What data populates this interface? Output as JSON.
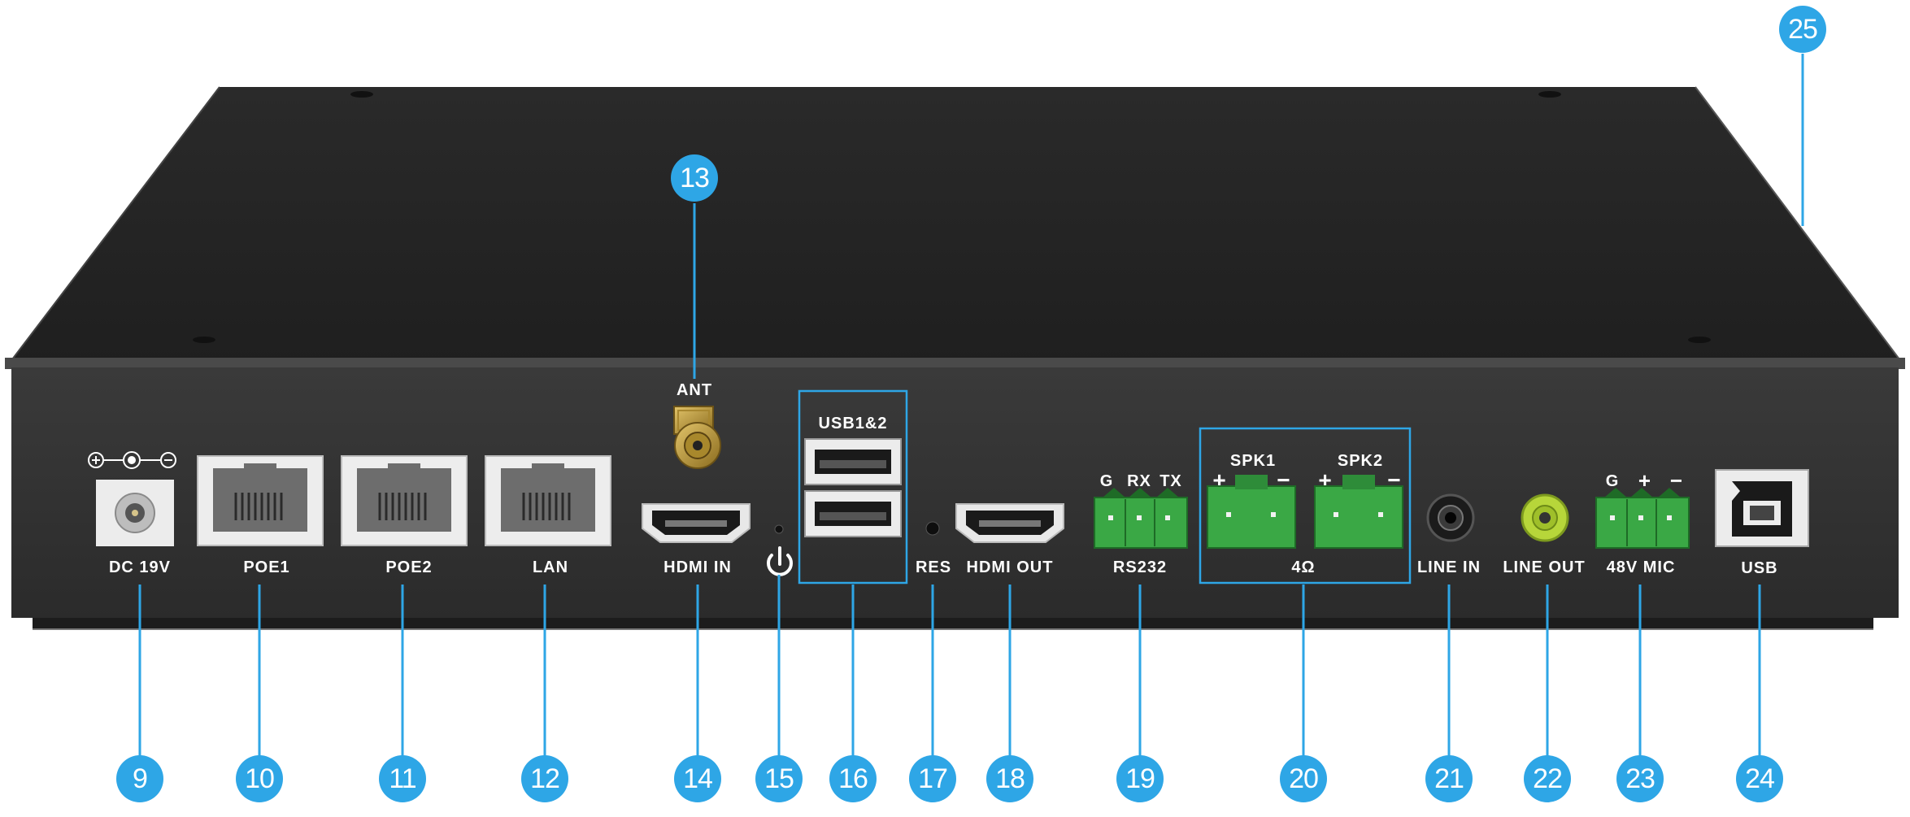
{
  "colors": {
    "accent": "#2ea6e6",
    "chassis": "#2c2c2c",
    "panel": "#333333",
    "terminal_green": "#3aa845",
    "line_out_green": "#b7d63a",
    "label_text": "#ffffff"
  },
  "port_labels": {
    "dc": "DC 19V",
    "poe1": "POE1",
    "poe2": "POE2",
    "lan": "LAN",
    "ant": "ANT",
    "hdmi_in": "HDMI IN",
    "usb12": "USB1&2",
    "res": "RES",
    "hdmi_out": "HDMI OUT",
    "rs232": "RS232",
    "rs232_pins": [
      "G",
      "RX",
      "TX"
    ],
    "spk1": "SPK1",
    "spk2": "SPK2",
    "spk_plus": "+",
    "spk_minus": "−",
    "ohm": "4Ω",
    "line_in": "LINE IN",
    "line_out": "LINE OUT",
    "mic": "48V MIC",
    "mic_pins": [
      "G",
      "+",
      "−"
    ],
    "usb": "USB"
  },
  "icons": {
    "dc_polarity": "dc-polarity-icon",
    "power": "power-icon"
  },
  "callouts": [
    "9",
    "10",
    "11",
    "12",
    "13",
    "14",
    "15",
    "16",
    "17",
    "18",
    "19",
    "20",
    "21",
    "22",
    "23",
    "24",
    "25"
  ]
}
